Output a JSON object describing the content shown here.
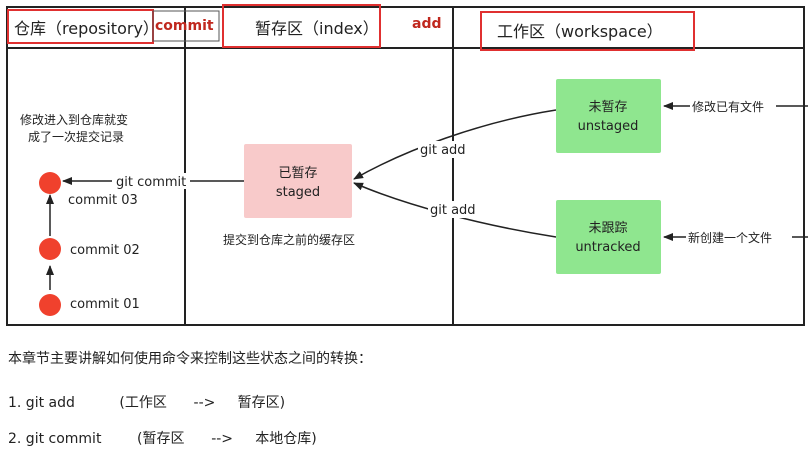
{
  "columns": {
    "repository": "仓库（repository）",
    "index": "暂存区（index）",
    "workspace": "工作区（workspace）"
  },
  "edge_labels": {
    "commit_top": "commit",
    "add_top": "add",
    "git_add_1": "git add",
    "git_add_2": "git add",
    "git_commit": "git commit"
  },
  "repository": {
    "note_line1": "修改进入到仓库就变",
    "note_line2": "成了一次提交记录",
    "commits": [
      "commit  03",
      "commit  02",
      "commit  01"
    ]
  },
  "index": {
    "box_zh": "已暂存",
    "box_en": "staged",
    "caption": "提交到仓库之前的缓存区"
  },
  "workspace": {
    "unstaged_zh": "未暂存",
    "unstaged_en": "unstaged",
    "untracked_zh": "未跟踪",
    "untracked_en": "untracked",
    "modified_label": "修改已有文件",
    "new_label": "新创建一个文件"
  },
  "notes": {
    "intro": "本章节主要讲解如何使用命令来控制这些状态之间的转换：",
    "item1": "1. git add          (工作区      -->     暂存区)",
    "item2": "2. git commit        (暂存区      -->     本地仓库)"
  },
  "colors": {
    "frame": "#222222",
    "highlight": "#e03030",
    "accent_text": "#c0281e",
    "commit_dot": "#f0412d",
    "staged_fill": "#f8caca",
    "workspace_fill": "#8fe68f"
  }
}
